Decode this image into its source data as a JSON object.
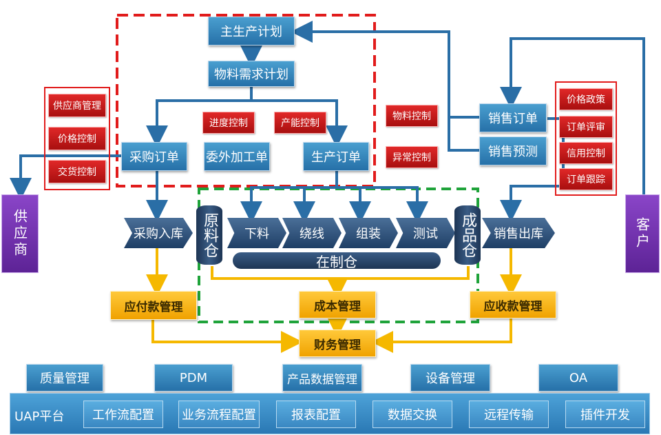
{
  "planning": {
    "main_plan": "主生产计划",
    "mrp": "物料需求计划",
    "purchase_order": "采购订单",
    "outsource_order": "委外加工单",
    "production_order": "生产订单",
    "progress_control": "进度控制",
    "capacity_control": "产能控制"
  },
  "middle_controls": {
    "material_control": "物料控制",
    "exception_control": "异常控制"
  },
  "sales": {
    "sales_order": "销售订单",
    "sales_forecast": "销售预测"
  },
  "supplier_controls": [
    "供应商管理",
    "价格控制",
    "交货控制"
  ],
  "customer_controls": [
    "价格政策",
    "订单评审",
    "信用控制",
    "订单跟踪"
  ],
  "parties": {
    "supplier": "供应商",
    "customer": "客户"
  },
  "flow": {
    "purchase_in": "采购入库",
    "raw_warehouse": "原料仓",
    "steps": [
      "下料",
      "绕线",
      "组装",
      "测试"
    ],
    "wip_warehouse": "在制仓",
    "finished_warehouse": "成品仓",
    "sales_out": "销售出库"
  },
  "finance": {
    "payable": "应付款管理",
    "cost": "成本管理",
    "receivable": "应收款管理",
    "finance": "财务管理"
  },
  "modules": [
    "质量管理",
    "PDM",
    "产品数据管理",
    "设备管理",
    "OA"
  ],
  "uap": {
    "label": "UAP平台",
    "items": [
      "工作流配置",
      "业务流程配置",
      "报表配置",
      "数据交换",
      "远程传输",
      "插件开发"
    ]
  },
  "colors": {
    "blue_flow": "#2a6ea6",
    "gold_flow": "#f5b800",
    "red_dash": "#e11b1b",
    "green_dash": "#1fa33a"
  }
}
